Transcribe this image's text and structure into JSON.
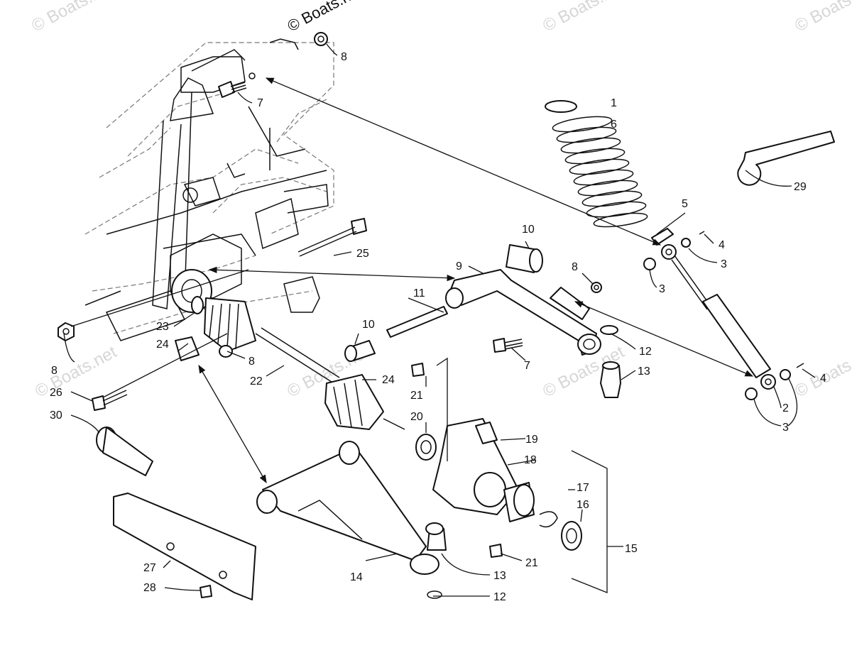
{
  "watermark": "© Boats.net",
  "callouts": [
    "1",
    "2",
    "3",
    "3",
    "3",
    "4",
    "4",
    "5",
    "6",
    "7",
    "7",
    "8",
    "8",
    "8",
    "8",
    "9",
    "10",
    "10",
    "11",
    "12",
    "12",
    "13",
    "13",
    "14",
    "15",
    "16",
    "17",
    "18",
    "19",
    "20",
    "21",
    "21",
    "22",
    "23",
    "24",
    "24",
    "25",
    "26",
    "27",
    "28",
    "29",
    "30"
  ]
}
